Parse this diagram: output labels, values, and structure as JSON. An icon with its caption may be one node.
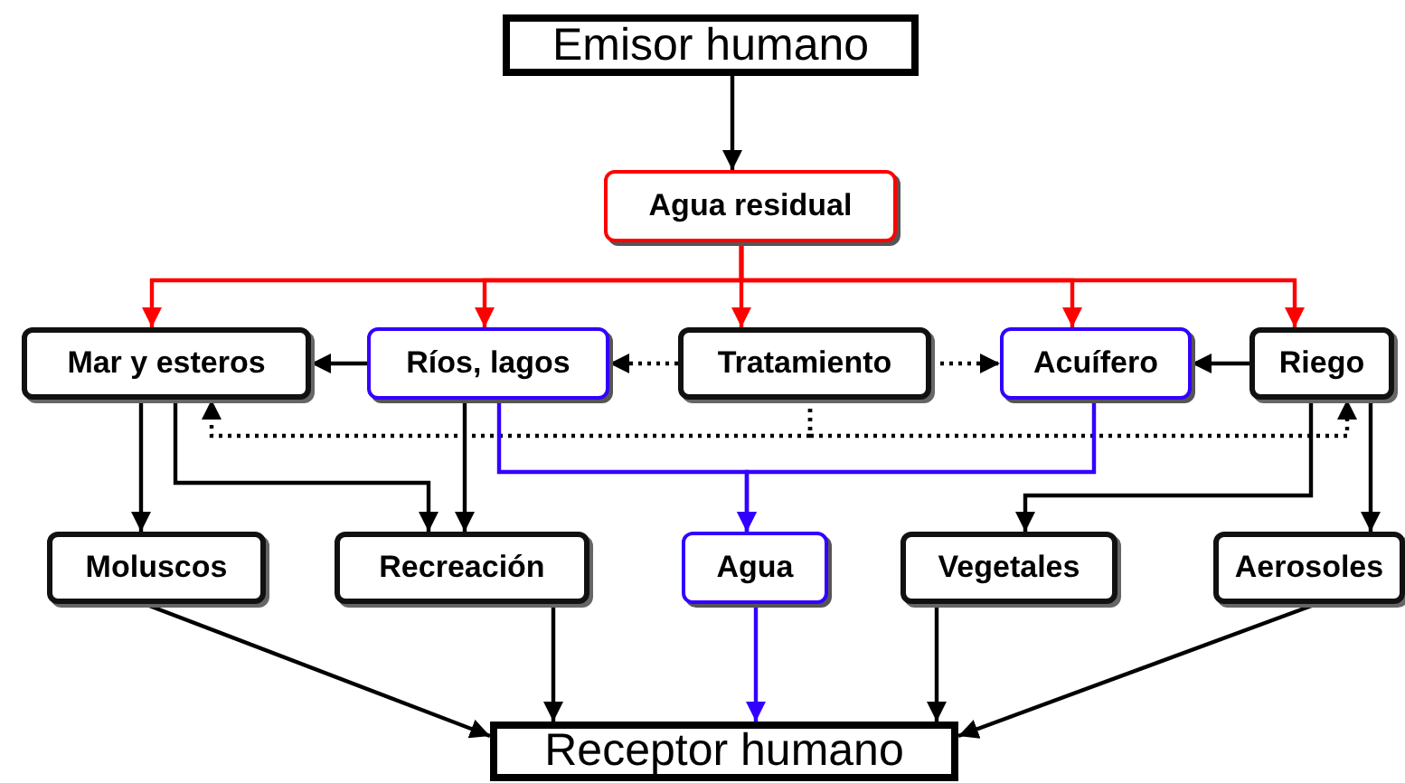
{
  "diagram": {
    "nodes": [
      {
        "text": [
          "Emisor humano"
        ]
      },
      {
        "text": [
          "Agua residual"
        ]
      },
      {
        "text": [
          "Mar y esteros"
        ]
      },
      {
        "text": [
          "Ríos, lagos"
        ]
      },
      {
        "text": [
          "Tratamiento"
        ]
      },
      {
        "text": [
          "Acuífero"
        ]
      },
      {
        "text": [
          "Riego"
        ]
      },
      {
        "text": [
          "Moluscos"
        ]
      },
      {
        "text": [
          "Recreación"
        ]
      },
      {
        "text": [
          "Agua"
        ]
      },
      {
        "text": [
          "Vegetales"
        ]
      },
      {
        "text": [
          "Aerosoles"
        ]
      },
      {
        "text": [
          "Receptor humano"
        ]
      }
    ],
    "edges": [
      {
        "from": 0,
        "to": 1,
        "arrow": "to"
      },
      {
        "from": 1,
        "to": 2,
        "arrow": "to",
        "color": "#ff0000"
      },
      {
        "from": 1,
        "to": 3,
        "arrow": "to",
        "color": "#ff0000"
      },
      {
        "from": 1,
        "to": 4,
        "arrow": "to",
        "color": "#ff0000"
      },
      {
        "from": 1,
        "to": 5,
        "arrow": "to",
        "color": "#ff0000"
      },
      {
        "from": 1,
        "to": 6,
        "arrow": "to",
        "color": "#ff0000"
      },
      {
        "from": 3,
        "to": 2,
        "arrow": "to"
      },
      {
        "from": 4,
        "to": 3,
        "arrow": "to",
        "style": "dashed"
      },
      {
        "from": 4,
        "to": 5,
        "arrow": "to",
        "style": "dashed"
      },
      {
        "from": 6,
        "to": 5,
        "arrow": "to"
      },
      {
        "from": 4,
        "to": 2,
        "arrow": "to",
        "style": "dashed"
      },
      {
        "from": 4,
        "to": 6,
        "arrow": "to",
        "style": "dashed"
      },
      {
        "from": 2,
        "to": 7,
        "arrow": "to"
      },
      {
        "from": 2,
        "to": 8,
        "arrow": "to"
      },
      {
        "from": 3,
        "to": 8,
        "arrow": "to"
      },
      {
        "from": 3,
        "to": 9,
        "arrow": "to",
        "color": "#3300ff"
      },
      {
        "from": 5,
        "to": 9,
        "arrow": "to",
        "color": "#3300ff"
      },
      {
        "from": 6,
        "to": 10,
        "arrow": "to"
      },
      {
        "from": 6,
        "to": 11,
        "arrow": "to"
      },
      {
        "from": 7,
        "to": 12,
        "arrow": "to"
      },
      {
        "from": 8,
        "to": 12,
        "arrow": "to"
      },
      {
        "from": 9,
        "to": 12,
        "arrow": "to",
        "color": "#3300ff"
      },
      {
        "from": 10,
        "to": 12,
        "arrow": "to"
      },
      {
        "from": 11,
        "to": 12,
        "arrow": "to"
      }
    ]
  }
}
